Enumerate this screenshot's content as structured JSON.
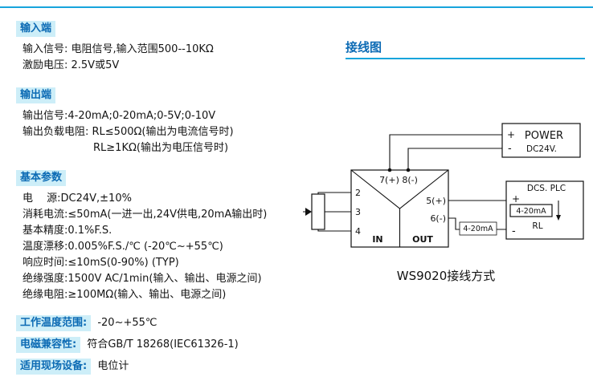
{
  "left": {
    "sections": [
      {
        "label": "输入端",
        "lines": [
          "输入信号: 电阻信号,输入范围500--10KΩ",
          "激励电压:  2.5V或5V"
        ]
      },
      {
        "label": "输出端",
        "lines": [
          "输出信号:4-20mA;0-20mA;0-5V;0-10V",
          "输出负载电阻: RL≤500Ω(输出为电流信号时)",
          "RL≥1KΩ(输出为电压信号时)"
        ]
      },
      {
        "label": "基本参数",
        "lines": [
          "电　 源:DC24V,±10%",
          "消耗电流:≤50mA(一进一出,24V供电,20mA输出时)",
          "基本精度:0.1%F.S.",
          "温度漂移:0.005%F.S./℃ (-20℃~+55℃)",
          "响应时间:≤10mS(0-90%) (TYP)",
          "绝缘强度:1500V AC/1min(输入、输出、电源之间)",
          "绝缘电阻:≥100MΩ(输入、输出、电源之间)"
        ]
      }
    ],
    "extras": [
      {
        "label": "工作温度范围:",
        "value": " -20~+55℃"
      },
      {
        "label": "电磁兼容性:",
        "value": " 符合GB/T 18268(IEC61326-1)"
      },
      {
        "label": "适用现场设备:",
        "value": " 电位计"
      }
    ]
  },
  "right": {
    "title": "接线图",
    "caption": "WS9020接线方式",
    "diagram": {
      "top_terminals": "7(+) 8(-)",
      "terminal_2": "2",
      "terminal_3": "3",
      "terminal_4": "4",
      "terminal_5": "5(+)",
      "terminal_6": "6(-)",
      "in_label": "IN",
      "out_label": "OUT",
      "power": {
        "name": "POWER",
        "voltage": "DC24V.",
        "plus": "+",
        "minus": "-"
      },
      "dcs": {
        "name": "DCS. PLC",
        "plus": "+",
        "minus": "-",
        "resistor": "4-20mA",
        "rl": "RL"
      },
      "wire_label": "4-20mA"
    },
    "colors": {
      "accent_blue": "#17a4dc",
      "label_bg": "#cdeef8",
      "label_text": "#0b6ab4"
    }
  }
}
